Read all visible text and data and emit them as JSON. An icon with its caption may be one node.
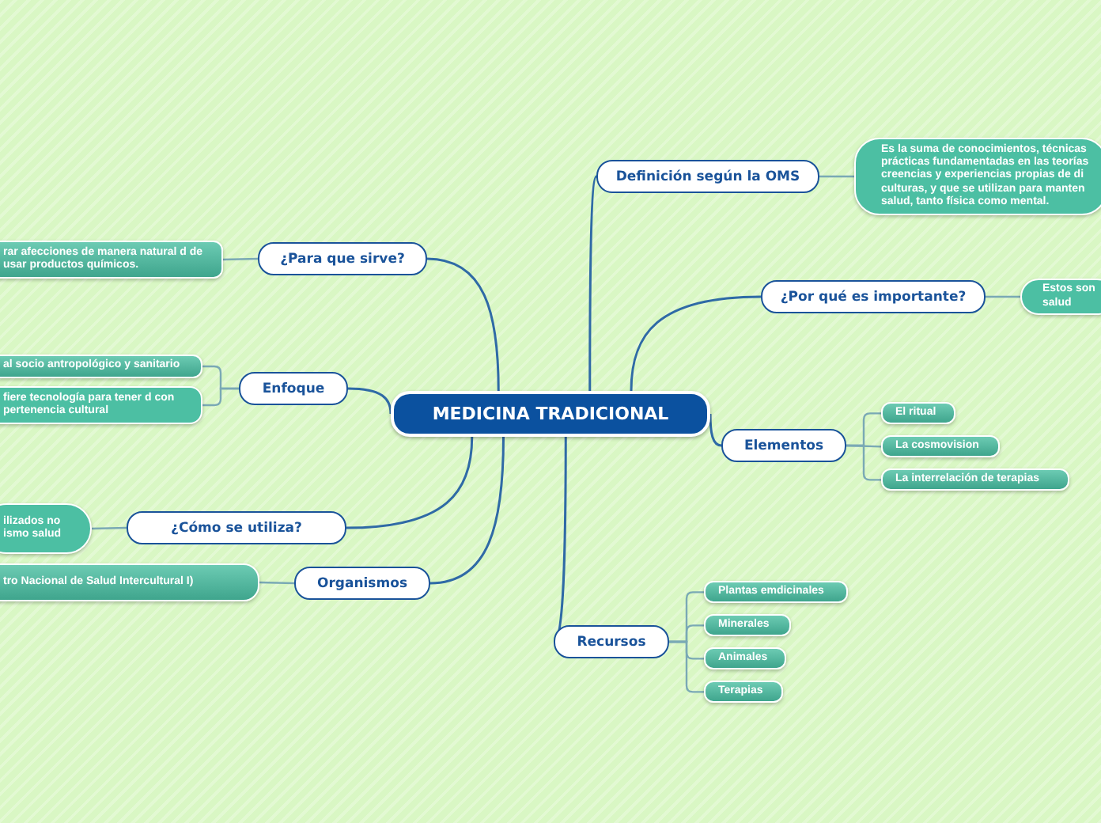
{
  "diagram": {
    "nodes": [
      {
        "text": [
          "MEDICINA TRADICIONAL"
        ]
      },
      {
        "text": [
          "Definición según la OMS"
        ]
      },
      {
        "text": [
          "Es la suma de conocimientos, técnicas prácticas fundamentadas en las teorías creencias y experiencias propias de di culturas, y que se utilizan para manten salud, tanto física como mental."
        ]
      },
      {
        "text": [
          "¿Por qué es importante?"
        ]
      },
      {
        "text": [
          "Estos son salud"
        ]
      },
      {
        "text": [
          "Elementos"
        ]
      },
      {
        "text": [
          "El ritual"
        ]
      },
      {
        "text": [
          "La cosmovision"
        ]
      },
      {
        "text": [
          "La interrelación de terapias"
        ]
      },
      {
        "text": [
          "Recursos"
        ]
      },
      {
        "text": [
          "Plantas emdicinales"
        ]
      },
      {
        "text": [
          "Minerales"
        ]
      },
      {
        "text": [
          "Animales"
        ]
      },
      {
        "text": [
          "Terapias"
        ]
      },
      {
        "text": [
          "¿Para que sirve?"
        ]
      },
      {
        "text": [
          "rar afecciones de manera natural d de usar productos químicos."
        ]
      },
      {
        "text": [
          "Enfoque"
        ]
      },
      {
        "text": [
          "al socio antropológico y sanitario"
        ]
      },
      {
        "text": [
          "fiere tecnología para tener d con pertenencia cultural"
        ]
      },
      {
        "text": [
          "¿Cómo se utiliza?"
        ]
      },
      {
        "text": [
          "ilizados no ismo salud"
        ]
      },
      {
        "text": [
          "Organismos"
        ]
      },
      {
        "text": [
          "tro Nacional de Salud Intercultural I)"
        ]
      }
    ],
    "edges": [
      {
        "from": 0,
        "to": 1,
        "arrow": "none"
      },
      {
        "from": 1,
        "to": 2,
        "arrow": "none"
      },
      {
        "from": 0,
        "to": 3,
        "arrow": "none"
      },
      {
        "from": 3,
        "to": 4,
        "arrow": "none"
      },
      {
        "from": 0,
        "to": 5,
        "arrow": "none"
      },
      {
        "from": 5,
        "to": 6,
        "arrow": "none"
      },
      {
        "from": 5,
        "to": 7,
        "arrow": "none"
      },
      {
        "from": 5,
        "to": 8,
        "arrow": "none"
      },
      {
        "from": 0,
        "to": 9,
        "arrow": "none"
      },
      {
        "from": 9,
        "to": 10,
        "arrow": "none"
      },
      {
        "from": 9,
        "to": 11,
        "arrow": "none"
      },
      {
        "from": 9,
        "to": 12,
        "arrow": "none"
      },
      {
        "from": 9,
        "to": 13,
        "arrow": "none"
      },
      {
        "from": 0,
        "to": 14,
        "arrow": "none"
      },
      {
        "from": 14,
        "to": 15,
        "arrow": "none"
      },
      {
        "from": 0,
        "to": 16,
        "arrow": "none"
      },
      {
        "from": 16,
        "to": 17,
        "arrow": "none"
      },
      {
        "from": 16,
        "to": 18,
        "arrow": "none"
      },
      {
        "from": 0,
        "to": 19,
        "arrow": "none"
      },
      {
        "from": 19,
        "to": 20,
        "arrow": "none"
      },
      {
        "from": 0,
        "to": 21,
        "arrow": "none"
      },
      {
        "from": 21,
        "to": 22,
        "arrow": "none"
      }
    ]
  }
}
